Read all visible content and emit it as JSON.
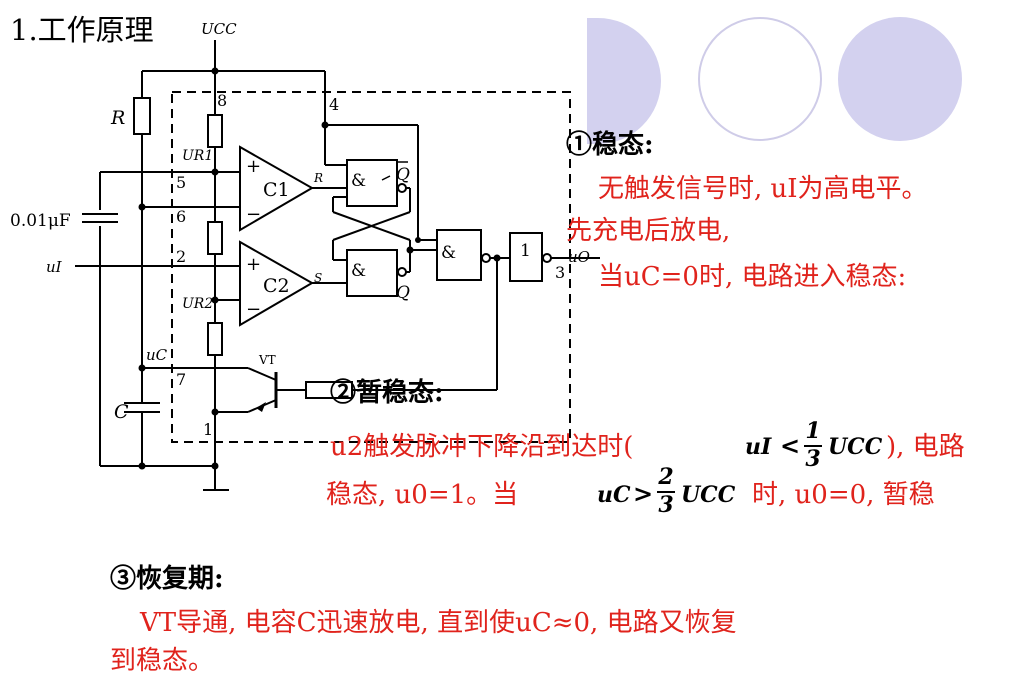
{
  "heading": "1.工作原理",
  "circuit": {
    "vcc": "UCC",
    "r_label": "R",
    "cap_small": "0.01μF",
    "cap_c": "C",
    "ui": "uI",
    "uc": "uC",
    "ur1": "UR1",
    "ur2": "UR2",
    "c1": "C1",
    "c2": "C2",
    "pin8": "8",
    "pin4": "4",
    "pin5": "5",
    "pin6": "6",
    "pin2": "2",
    "pin7": "7",
    "pin1": "1",
    "pin3": "3",
    "rr": "R",
    "ss": "S",
    "qbar": "Q",
    "q": "Q",
    "and_sym": "&",
    "not_sym": "1",
    "vt": "VT",
    "uo": "uO"
  },
  "stable": {
    "title": "①稳态:",
    "line1": "无触发信号时, uI为高电平。",
    "line2": "先充电后放电,",
    "line3": "当uC=0时, 电路进入稳态:"
  },
  "temp": {
    "title": "②暂稳态:",
    "line1_a": "u2触发脉冲下降沿到达时(",
    "line1_b": "), 电路",
    "line2_a": "稳态, u0=1。当",
    "line2_b": "时, u0=0, 暂稳",
    "f1": {
      "var": "uI",
      "op": "<",
      "num": "1",
      "den": "3",
      "rhs": "UCC"
    },
    "f2": {
      "var": "uC",
      "op": ">",
      "num": "2",
      "den": "3",
      "rhs": "UCC"
    }
  },
  "recovery": {
    "title": "③恢复期:",
    "line1": "VT导通, 电容C迅速放电, 直到使uC≈0, 电路又恢复",
    "line2": "到稳态。"
  },
  "colors": {
    "accent": "#e0231c",
    "circle": "#d3d1ef"
  }
}
